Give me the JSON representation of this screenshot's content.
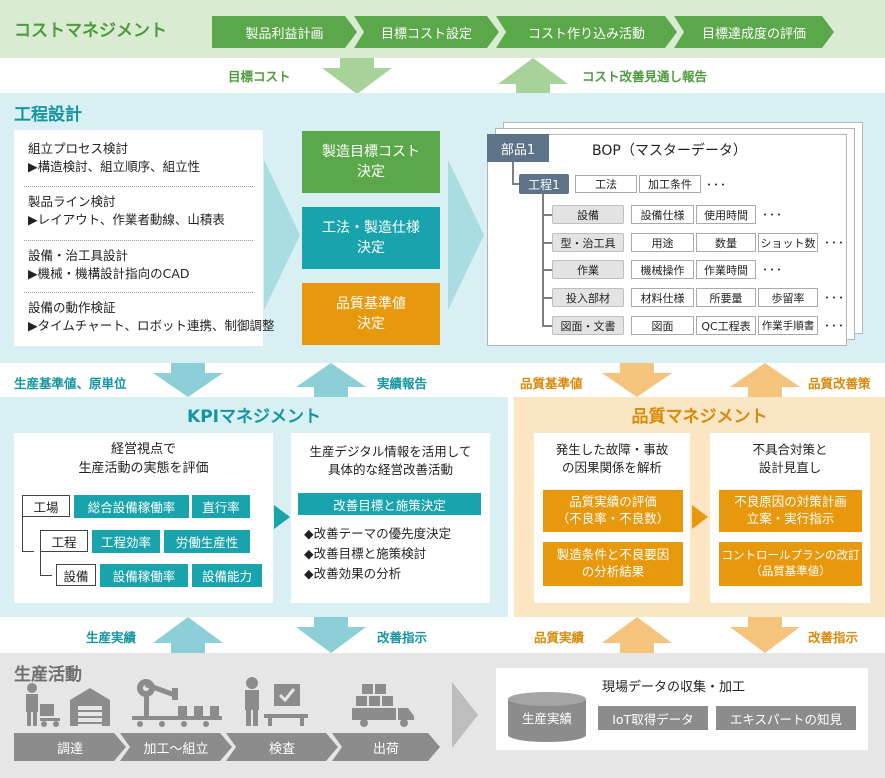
{
  "cost": {
    "title": "コストマネジメント",
    "steps": [
      "製品利益計画",
      "目標コスト設定",
      "コスト作り込み活動",
      "目標達成度の評価"
    ],
    "arrow_down_label": "目標コスト",
    "arrow_up_label": "コスト改善見通し報告"
  },
  "process": {
    "title": "工程設計",
    "items": [
      {
        "h": "組立プロセス検討",
        "d": "▶構造検討、組立順序、組立性"
      },
      {
        "h": "製品ライン検討",
        "d": "▶レイアウト、作業者動線、山積表"
      },
      {
        "h": "設備・治工具設計",
        "d": "▶機械・機構設計指向のCAD"
      },
      {
        "h": "設備の動作検証",
        "d": "▶タイムチャート、ロボット連携、制御調整"
      }
    ],
    "mid": [
      "製造目標コスト\n決定",
      "工法・製造仕様\n決定",
      "品質基準値\n決定"
    ]
  },
  "bop": {
    "part": "部品1",
    "title": "BOP（マスターデータ）",
    "process": "工程1",
    "process_cells": [
      "工法",
      "加工条件"
    ],
    "rows": [
      {
        "tag": "設備",
        "cells": [
          "設備仕様",
          "使用時間"
        ]
      },
      {
        "tag": "型・治工具",
        "cells": [
          "用途",
          "数量",
          "ショット数"
        ]
      },
      {
        "tag": "作業",
        "cells": [
          "機械操作",
          "作業時間"
        ]
      },
      {
        "tag": "投入部材",
        "cells": [
          "材料仕様",
          "所要量",
          "歩留率"
        ]
      },
      {
        "tag": "図面・文書",
        "cells": [
          "図面",
          "QC工程表",
          "作業手順書"
        ]
      }
    ],
    "dots": "･･･"
  },
  "mid_arrows": {
    "kpi_down": "生産基準値、原単位",
    "kpi_up": "実績報告",
    "q_down": "品質基準値",
    "q_up": "品質改善策"
  },
  "kpi": {
    "title": "KPIマネジメント",
    "left_title": "経営視点で\n生産活動の実態を評価",
    "levels": [
      {
        "name": "工場",
        "tags": [
          "総合設備稼働率",
          "直行率"
        ]
      },
      {
        "name": "工程",
        "tags": [
          "工程効率",
          "労働生産性"
        ]
      },
      {
        "name": "設備",
        "tags": [
          "設備稼働率",
          "設備能力"
        ]
      }
    ],
    "right_title": "生産デジタル情報を活用して\n具体的な経営改善活動",
    "right_btn": "改善目標と施策決定",
    "bullets": [
      "◆改善テーマの優先度決定",
      "◆改善目標と施策検討",
      "◆改善効果の分析"
    ]
  },
  "quality": {
    "title": "品質マネジメント",
    "left_title": "発生した故障・事故\nの因果関係を解析",
    "left_btns": [
      "品質実績の評価\n（不良率・不良数）",
      "製造条件と不良要因\nの分析結果"
    ],
    "right_title": "不具合対策と\n設計見直し",
    "right_btns": [
      "不良原因の対策計画\n立案・実行指示",
      "コントロールプランの改訂\n（品質基準値）"
    ]
  },
  "bottom_arrows": {
    "kpi_up": "生産実績",
    "kpi_down": "改善指示",
    "q_up": "品質実績",
    "q_down": "改善指示"
  },
  "production": {
    "title": "生産活動",
    "steps": [
      "調達",
      "加工～組立",
      "検査",
      "出荷"
    ],
    "data_title": "現場データの収集・加工",
    "db_label": "生産実績",
    "tags": [
      "IoT取得データ",
      "エキスパートの知見"
    ]
  },
  "colors": {
    "green": "#5ba84a",
    "teal": "#18a3ad",
    "orange": "#e8980d",
    "lightblue": "#d8eff3",
    "lightgreen": "#d9ecd1",
    "lightorange": "#fbe6c4",
    "gray": "#8c8c8c"
  }
}
